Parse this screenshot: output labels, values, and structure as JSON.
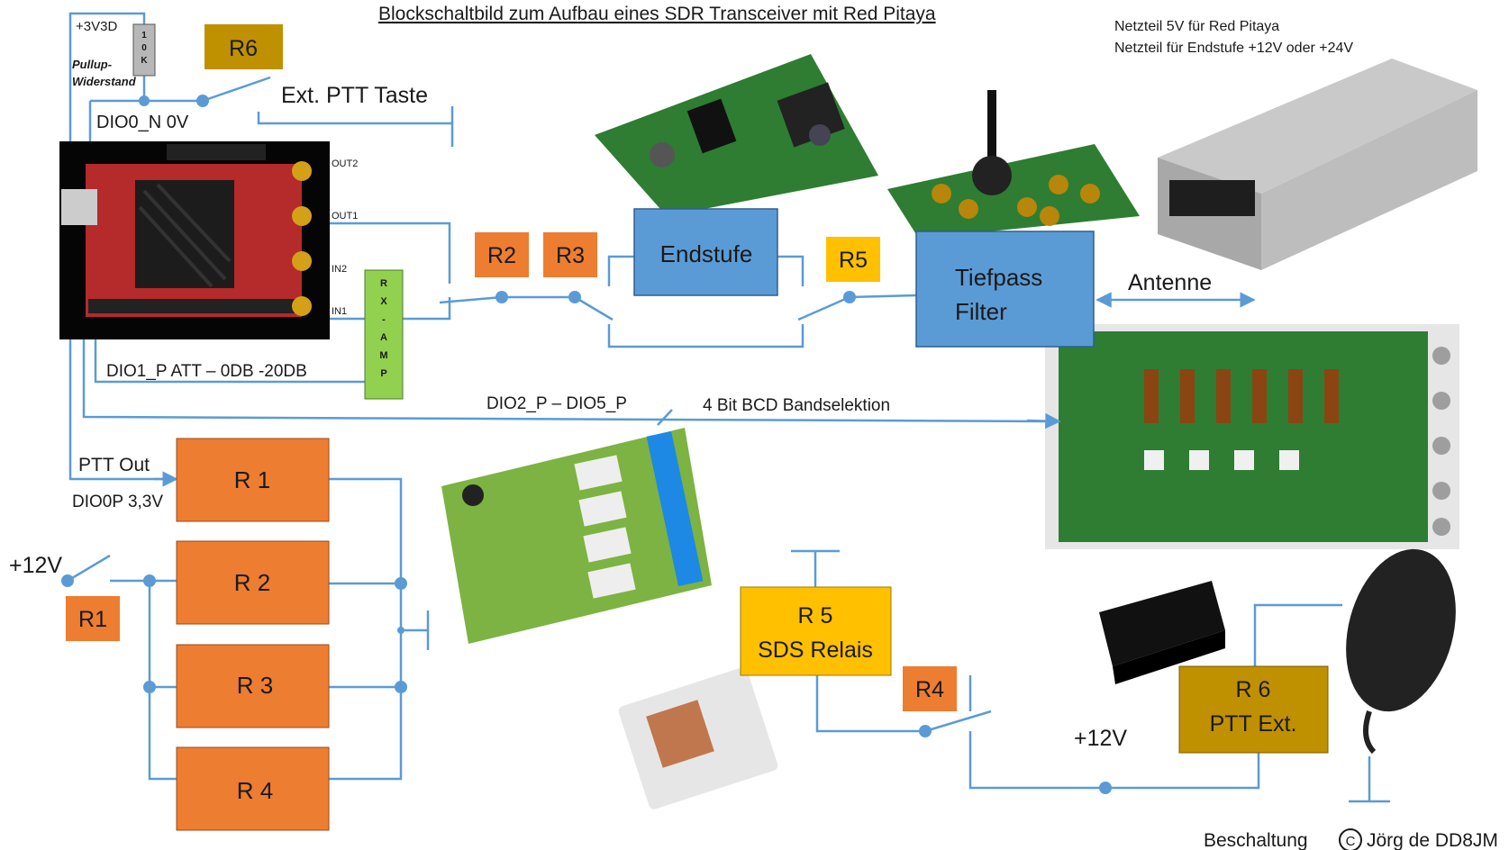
{
  "title": "Blockschaltbild zum Aufbau eines SDR Transceiver mit Red Pitaya",
  "power_supply_notes": [
    "Netzteil 5V für Red Pitaya",
    "Netzteil für Endstufe +12V oder +24V"
  ],
  "labels": {
    "v3v3d": "+3V3D",
    "pullup_resistor": "10K",
    "pullup_line1": "Pullup-",
    "pullup_line2": "Widerstand",
    "dio0n": "DIO0_N 0V",
    "ext_ptt": "Ext. PTT Taste",
    "out2": "OUT2",
    "out1": "OUT1",
    "in2": "IN2",
    "in1": "IN1",
    "rx_amp": "RX-AMP",
    "dio1p": "DIO1_P   ATT – 0DB -20DB",
    "dio25": "DIO2_P – DIO5_P",
    "bcd": "4 Bit BCD Bandselektion",
    "ptt_out": "PTT Out",
    "dio0p": "DIO0P 3,3V",
    "plus12v_left": "+12V",
    "plus12v_right": "+12V",
    "antenne": "Antenne",
    "credit": "Beschaltung",
    "credit_name": "Jörg de DD8JM",
    "copyright_symbol": "C"
  },
  "blocks": {
    "r6_top": "R6",
    "r2_top": "R2",
    "r3_top": "R3",
    "endstufe": "Endstufe",
    "r5_top": "R5",
    "tiefpass_line1": "Tiefpass",
    "tiefpass_line2": "Filter",
    "r1_main": "R 1",
    "r2_main": "R 2",
    "r3_main": "R 3",
    "r4_main": "R 4",
    "r1_small": "R1",
    "r5_sds_line1": "R 5",
    "r5_sds_line2": "SDS Relais",
    "r4_small": "R4",
    "r6_ptt_line1": "R 6",
    "r6_ptt_line2": "PTT Ext."
  },
  "colors": {
    "wire": "#5b9bd5",
    "orange": "#ed7d31",
    "blue": "#5b9bd5",
    "yellow": "#ffc000",
    "olive": "#bf9000",
    "green": "#92d050",
    "pcb_red": "#b52a2a",
    "pcb_green": "#2e7d32"
  }
}
